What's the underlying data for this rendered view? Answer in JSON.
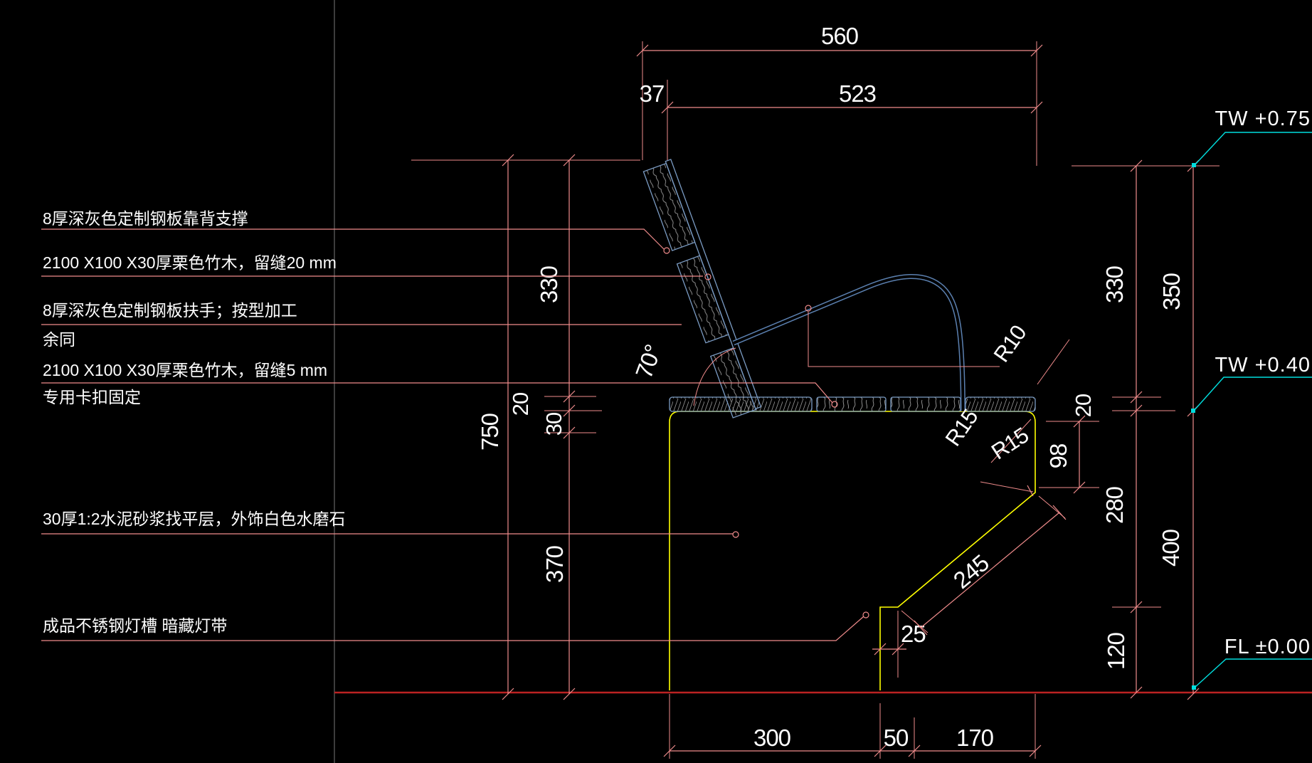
{
  "drawing_title": "bench-section-construction-detail",
  "callouts": {
    "c1": "8厚深灰色定制钢板靠背支撑",
    "c2": "2100 X100 X30厚栗色竹木，留缝20 mm",
    "c3": "8厚深灰色定制钢板扶手；按型加工",
    "c3b": "余同",
    "c4": "2100 X100 X30厚栗色竹木，留缝5 mm",
    "c4b": "专用卡扣固定",
    "c5": "30厚1:2水泥砂浆找平层，外饰白色水磨石",
    "c6": "成品不锈钢灯槽  暗藏灯带"
  },
  "dims": {
    "total_width": "560",
    "back_offset": "37",
    "seat_width": "523",
    "left_back_height": "330",
    "left_slat": "20",
    "left_mortar": "30",
    "left_total": "750",
    "left_base": "370",
    "right_back_height": "330",
    "right_back_total": "350",
    "right_slat": "20",
    "front_face": "98",
    "front_drop": "280",
    "trough_height": "120",
    "seat_height": "400",
    "chamfer_length": "245",
    "trough_width": "25",
    "bottom_left": "300",
    "bottom_trough": "50",
    "bottom_right": "170",
    "angle": "70°",
    "radius_r10": "R10",
    "radius_r15_top": "R15",
    "radius_r15_corner": "R15"
  },
  "levels": {
    "top_back": "TW +0.75",
    "top_seat": "TW +0.40",
    "floor": "FL ±0.00"
  },
  "colors": {
    "dimension_lines": "#ef8b8b",
    "bench_outline": "#ffff00",
    "wood_outline": "#7b9cc4",
    "steel_tube": "#5b80b0",
    "level_marks": "#00dddd",
    "ground_line": "#bb2222",
    "wood_grain": "#9a9a9a",
    "text": "#ffffff",
    "background": "#000000"
  }
}
